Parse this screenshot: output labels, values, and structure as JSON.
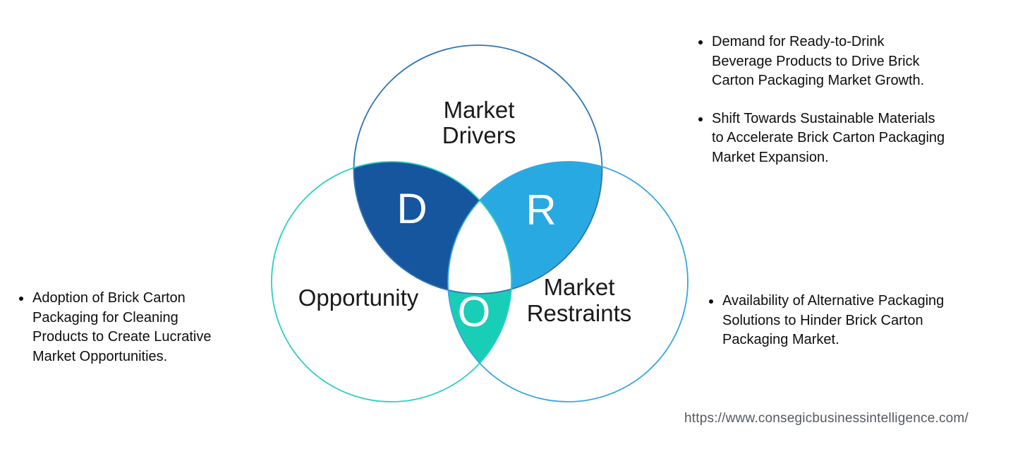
{
  "diagram": {
    "circles": [
      {
        "name": "market-drivers",
        "label_lines": [
          "Market",
          "Drivers"
        ],
        "outline_color": "#2E75B6"
      },
      {
        "name": "opportunity",
        "label_lines": [
          "Opportunity",
          ""
        ],
        "outline_color": "#2BCFC0"
      },
      {
        "name": "market-restraints",
        "label_lines": [
          "Market",
          "Restraints"
        ],
        "outline_color": "#36A6E0"
      }
    ],
    "overlaps": [
      {
        "letter": "D",
        "fill_color": "#15569F"
      },
      {
        "letter": "R",
        "fill_color": "#29A9E1"
      },
      {
        "letter": "O",
        "fill_color": "#19CEB6"
      }
    ],
    "center_color": "#FFFFFF"
  },
  "notes": {
    "top_right": [
      {
        "lines": [
          "Demand for Ready-to-Drink",
          "Beverage Products to Drive Brick",
          "Carton Packaging Market Growth."
        ]
      },
      {
        "lines": [
          "Shift Towards Sustainable Materials",
          "to Accelerate Brick Carton Packaging",
          "Market Expansion."
        ]
      }
    ],
    "left": [
      {
        "lines": [
          "Adoption of Brick Carton",
          "Packaging for Cleaning",
          "Products to Create Lucrative",
          "Market Opportunities."
        ]
      }
    ],
    "right": [
      {
        "lines": [
          "Availability of Alternative Packaging",
          "Solutions to Hinder Brick Carton",
          "Packaging Market."
        ]
      }
    ]
  },
  "footer": {
    "url": "https://www.consegicbusinessintelligence.com/"
  }
}
